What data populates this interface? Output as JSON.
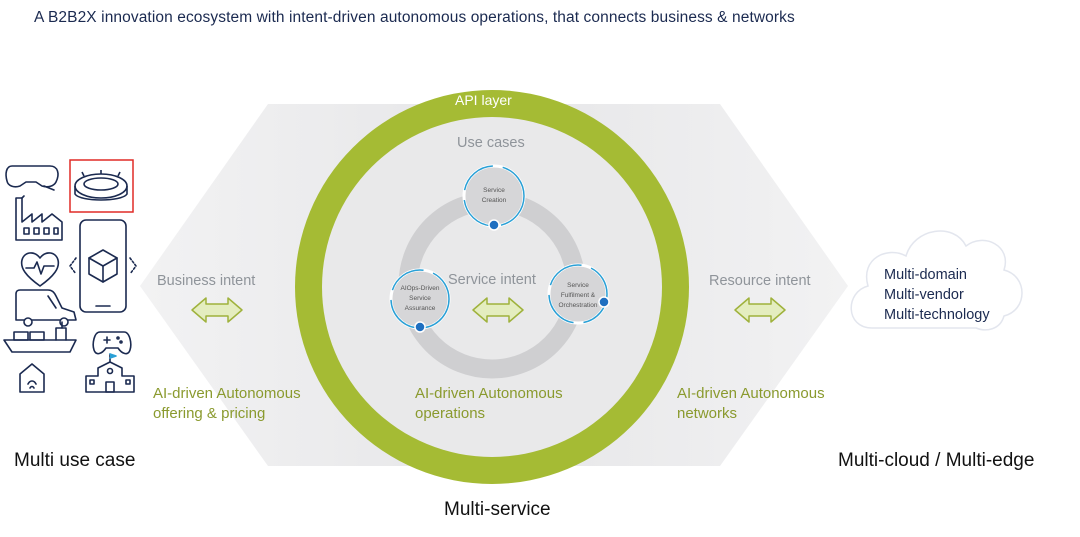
{
  "title": "A B2B2X innovation ecosystem with intent-driven autonomous operations, that connects business & networks",
  "layers": {
    "api_layer": "API layer",
    "use_cases": "Use cases",
    "service_intent": "Service intent"
  },
  "nodes": {
    "service_creation": [
      "Service",
      "Creation"
    ],
    "aiops": [
      "AIOps-Driven",
      "Service",
      "Assurance"
    ],
    "fulfilment": [
      "Service",
      "Fulfilment &",
      "Orchestration"
    ]
  },
  "intents": {
    "business": "Business intent",
    "resource": "Resource intent"
  },
  "autonomy": {
    "left": [
      "AI-driven Autonomous",
      "offering & pricing"
    ],
    "center": [
      "AI-driven Autonomous",
      "operations"
    ],
    "right": [
      "AI-driven Autonomous",
      "networks"
    ]
  },
  "cloud": [
    "Multi-domain",
    "Multi-vendor",
    "Multi-technology"
  ],
  "bottom": {
    "left": "Multi use case",
    "center": "Multi-service",
    "right": "Multi-cloud / Multi-edge"
  },
  "colors": {
    "ring_green": "#a5bb34",
    "text_green": "#8a9a2e",
    "hex_gray": "#ededee",
    "node_accent": "#2aa0d6",
    "title_navy": "#1b2a50"
  },
  "icons": [
    "vr-headset-icon",
    "stadium-icon",
    "factory-icon",
    "health-heart-icon",
    "smartphone-ar-icon",
    "delivery-van-icon",
    "ship-icon",
    "game-controller-icon",
    "smart-home-icon",
    "school-icon"
  ]
}
